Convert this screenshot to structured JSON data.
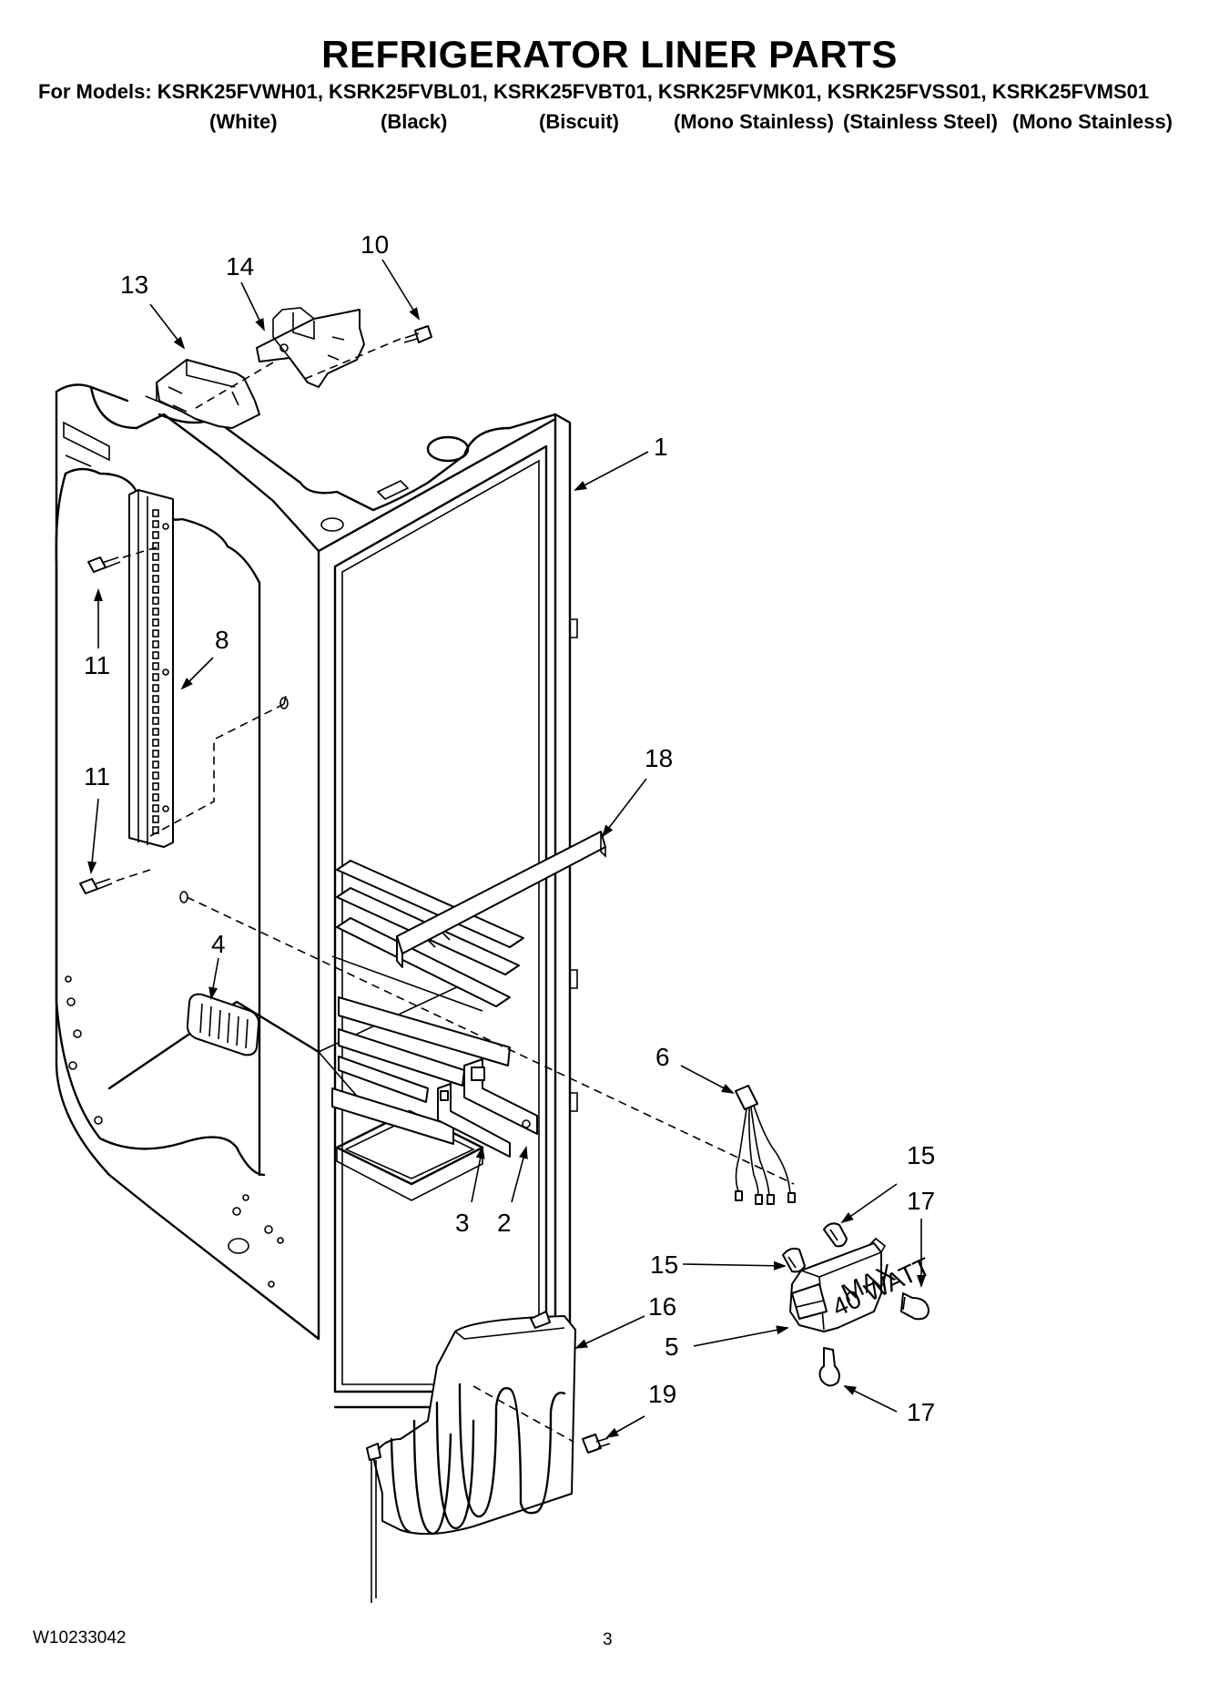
{
  "header": {
    "title": "REFRIGERATOR LINER PARTS",
    "models_line": "For Models: KSRK25FVWH01, KSRK25FVBL01, KSRK25FVBT01, KSRK25FVMK01, KSRK25FVSS01, KSRK25FVMS01",
    "variants": [
      "(White)",
      "(Black)",
      "(Biscuit)",
      "(Mono Stainless)",
      "(Stainless Steel)",
      "(Mono Stainless)"
    ]
  },
  "callouts": {
    "c1": "1",
    "c2": "2",
    "c3": "3",
    "c4": "4",
    "c5": "5",
    "c6": "6",
    "c8": "8",
    "c10": "10",
    "c11a": "11",
    "c11b": "11",
    "c13": "13",
    "c14": "14",
    "c15a": "15",
    "c15b": "15",
    "c16": "16",
    "c17a": "17",
    "c17b": "17",
    "c18": "18",
    "c19": "19"
  },
  "lamp_label": {
    "line1": "MAX",
    "line2": "40 WATT"
  },
  "footer": {
    "doc_number": "W10233042",
    "page_number": "3"
  }
}
